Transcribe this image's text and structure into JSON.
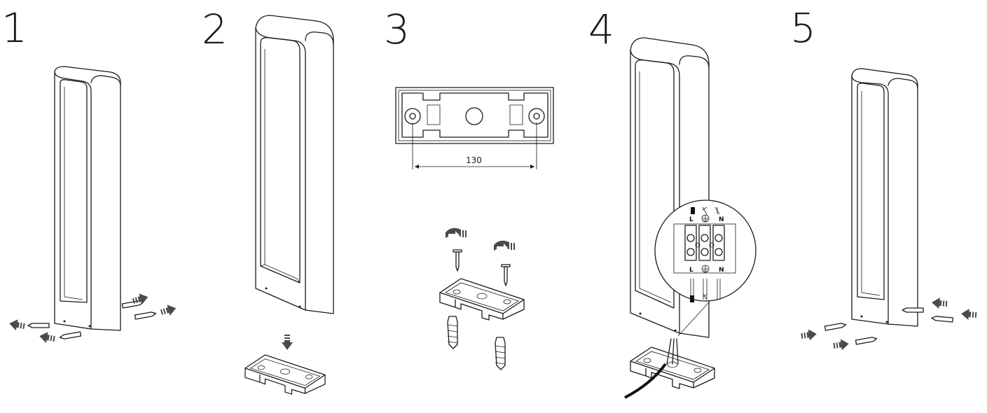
{
  "steps": [
    {
      "number": "1"
    },
    {
      "number": "2"
    },
    {
      "number": "3",
      "dimension": "130"
    },
    {
      "number": "4",
      "terminals_top": [
        "L",
        "N"
      ],
      "terminals_bottom": [
        "L",
        "N"
      ]
    },
    {
      "number": "5"
    }
  ],
  "icons": [
    "arrow-icon",
    "screw-icon",
    "wall-plug-icon",
    "screwdriver-rotate-icon",
    "earth-symbol-icon"
  ],
  "colors": {
    "line": "#1a1a1a",
    "arrow": "#4a4a4a",
    "background": "#ffffff"
  }
}
